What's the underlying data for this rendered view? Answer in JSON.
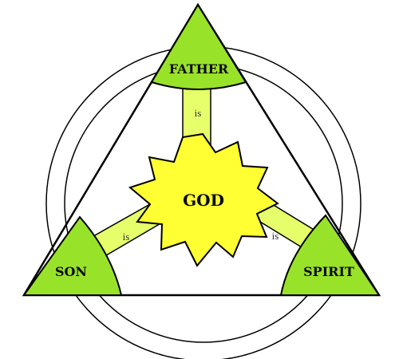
{
  "diagram": {
    "center_label": "GOD",
    "vertices": {
      "top": "FATHER",
      "left": "SON",
      "right": "SPIRIT"
    },
    "connector_label": "is",
    "colors": {
      "fill_green": "#99e22a",
      "band_green": "#e6ff6a",
      "star_yellow": "#ffff33",
      "stroke": "#000000"
    }
  }
}
